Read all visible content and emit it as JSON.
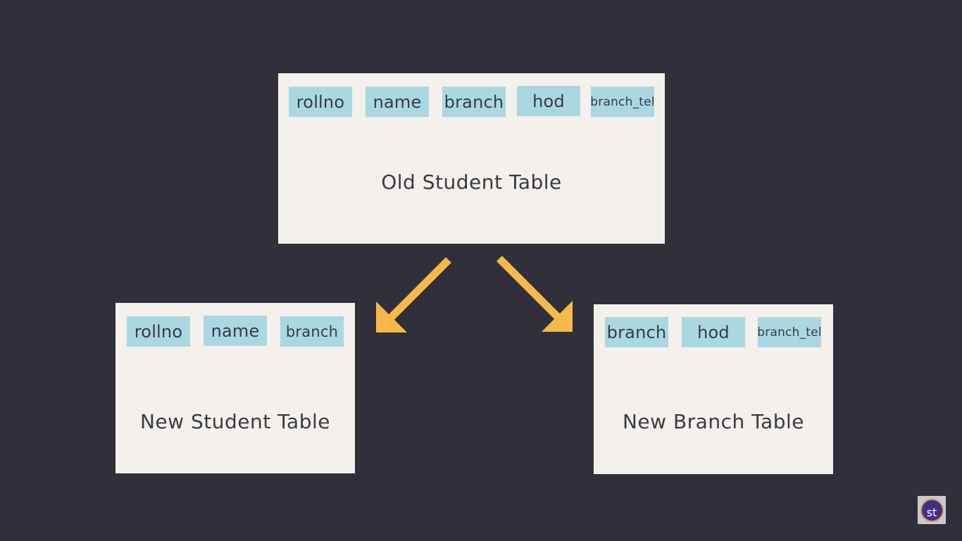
{
  "old_table": {
    "title": "Old Student Table",
    "columns": [
      "rollno",
      "name",
      "branch",
      "hod",
      "branch_tel"
    ]
  },
  "new_student_table": {
    "title": "New Student Table",
    "columns": [
      "rollno",
      "name",
      "branch"
    ]
  },
  "new_branch_table": {
    "title": "New Branch Table",
    "columns": [
      "branch",
      "hod",
      "branch_tel"
    ]
  },
  "colors": {
    "background": "#312f39",
    "card": "#f4f0eb",
    "column_chip": "#a9d8e2",
    "arrow": "#f5b94a",
    "text": "#3a3a44"
  },
  "logo": {
    "text": "st"
  }
}
